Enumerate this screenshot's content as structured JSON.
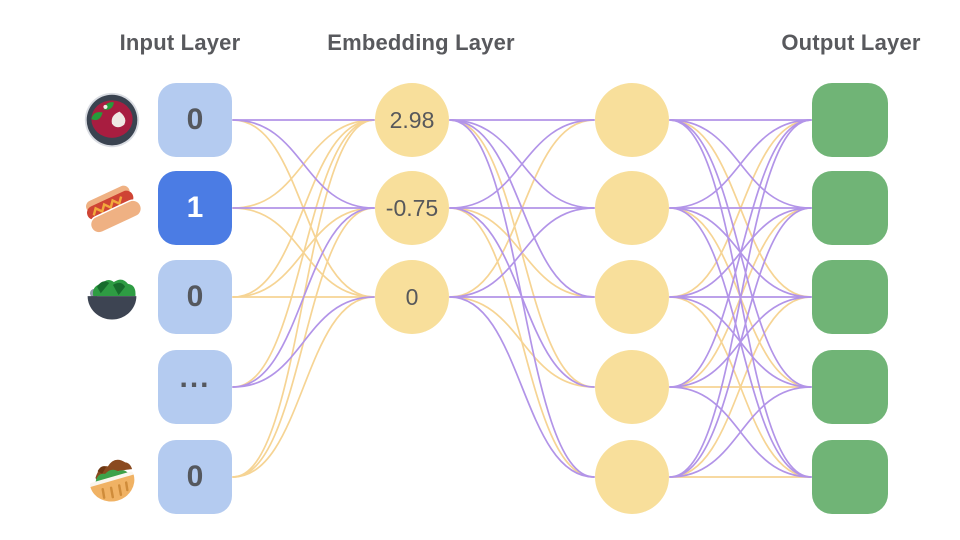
{
  "titles": {
    "input": "Input Layer",
    "embedding": "Embedding Layer",
    "output": "Output Layer"
  },
  "colors": {
    "input_node": "#b4cbf0",
    "input_node_active": "#4b7ce4",
    "embedding_node": "#f8df9b",
    "output_node": "#70b476",
    "node_text": "#55585e",
    "active_node_text": "#ffffff",
    "title_text": "#58595d",
    "edge_purple": "#b294e8",
    "edge_yellow": "#f6d494"
  },
  "input_layer": {
    "nodes": [
      {
        "label": "0",
        "icon": "borscht-soup",
        "active": false
      },
      {
        "label": "1",
        "icon": "hot-dog",
        "active": true
      },
      {
        "label": "0",
        "icon": "green-salad",
        "active": false
      },
      {
        "label": "...",
        "icon": null,
        "active": false
      },
      {
        "label": "0",
        "icon": "stuffed-flatbread",
        "active": false
      }
    ]
  },
  "embedding_layer": {
    "column1": [
      "2.98",
      "-0.75",
      "0"
    ],
    "column2": [
      "",
      "",
      "",
      "",
      ""
    ]
  },
  "output_layer": {
    "nodes": [
      "",
      "",
      "",
      "",
      ""
    ]
  },
  "network": {
    "edge_color_key": {
      "p": "#b294e8",
      "y": "#f6d494"
    },
    "layers": [
      {
        "name": "input-to-embedding",
        "colors": [
          [
            "p",
            "p",
            "y"
          ],
          [
            "y",
            "p",
            "y"
          ],
          [
            "y",
            "y",
            "y"
          ],
          [
            "y",
            "p",
            "p"
          ],
          [
            "y",
            "y",
            "y"
          ]
        ]
      },
      {
        "name": "embedding-to-hidden",
        "colors": [
          [
            "p",
            "p",
            "p",
            "y",
            "p"
          ],
          [
            "p",
            "p",
            "y",
            "p",
            "y"
          ],
          [
            "y",
            "p",
            "p",
            "y",
            "p"
          ]
        ]
      },
      {
        "name": "hidden-to-output",
        "colors": [
          [
            "p",
            "p",
            "y",
            "p",
            "p"
          ],
          [
            "p",
            "p",
            "p",
            "y",
            "p"
          ],
          [
            "y",
            "p",
            "p",
            "p",
            "y"
          ],
          [
            "p",
            "y",
            "p",
            "y",
            "p"
          ],
          [
            "p",
            "p",
            "y",
            "p",
            "y"
          ]
        ]
      }
    ]
  }
}
